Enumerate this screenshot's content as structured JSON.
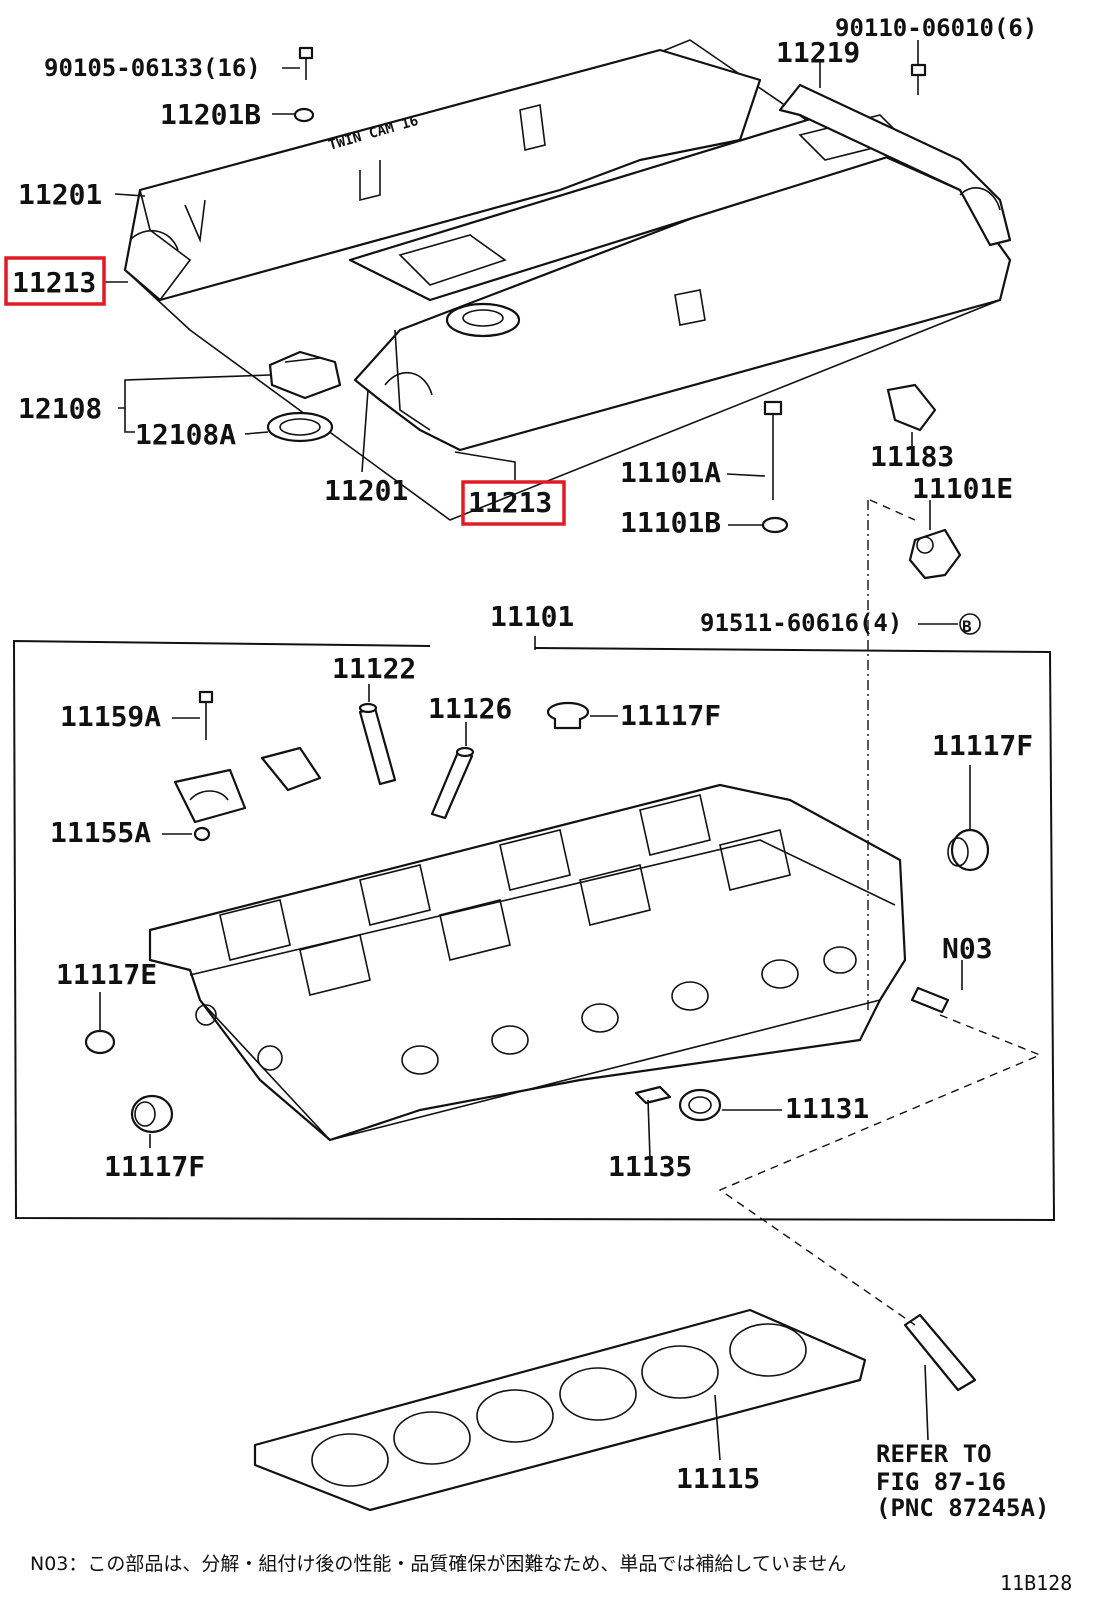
{
  "labels": {
    "bolt_top_left": "90105-06133(16)",
    "grommet_top": "11201B",
    "cover_left": "11201",
    "gasket_left": "11213",
    "bolt_top_right": "90110-06010(6)",
    "plate_top_right": "11219",
    "cap": "12108",
    "cap_gasket": "12108A",
    "cover_front": "11201",
    "gasket_front": "11213",
    "stud": "11101A",
    "washer": "11101B",
    "clip": "11183",
    "sensor": "11101E",
    "bolt_b": "91511-60616(4)",
    "bolt_b_marker": "B",
    "head_assembly": "11101",
    "guide1": "11122",
    "guide2": "11126",
    "plug_top": "11117F",
    "bolt_cam": "11159A",
    "plug_right": "11117F",
    "dowel": "11155A",
    "plug_e": "11117E",
    "pin": "N03",
    "plug_bottom": "11117F",
    "seal": "11131",
    "ring": "11135",
    "head_gasket": "11115"
  },
  "refer": {
    "line1": "REFER TO",
    "line2": "FIG 87-16",
    "line3": "(PNC 87245A)"
  },
  "footnote": "N03：この部品は、分解・組付け後の性能・品質確保が困難なため、単品では補給していません",
  "figure_id": "11B128",
  "cover_text": "TWIN CAM 16",
  "colors": {
    "highlight": "#e01b24",
    "line": "#111111",
    "background": "#ffffff"
  }
}
